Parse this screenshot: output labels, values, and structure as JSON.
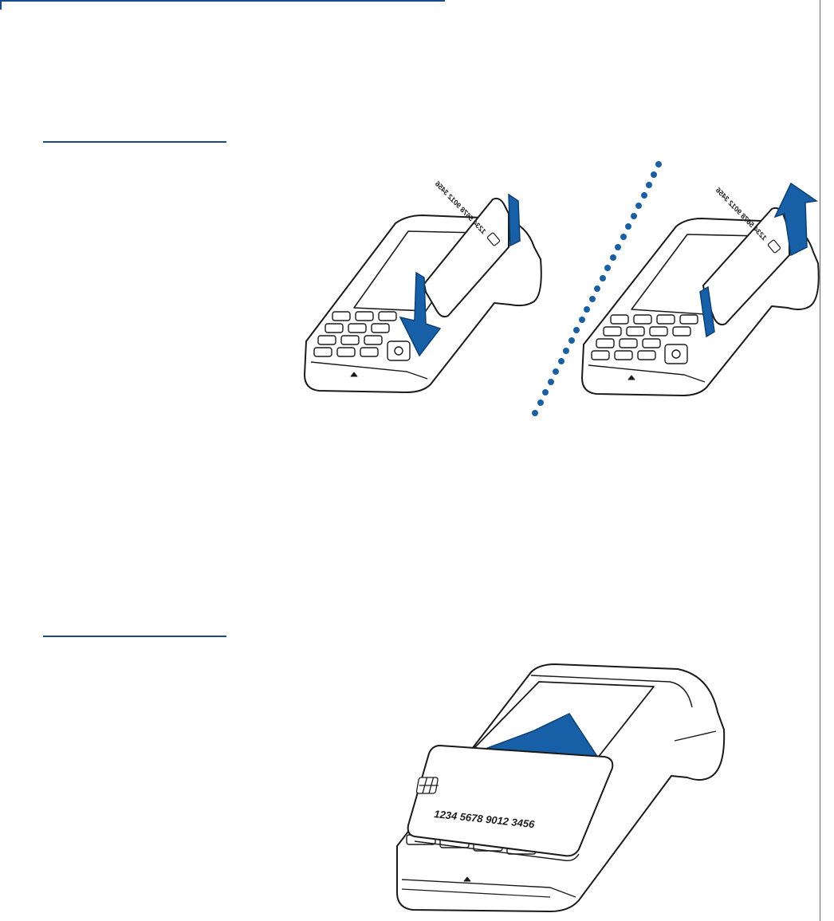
{
  "page": {
    "accent_color": "#1760a8",
    "rule_color": "#1b4a8a",
    "dot_color": "#1b5fa3"
  },
  "figure_top": {
    "left_card_number": "1234 5678 9012 3456",
    "right_card_number": "1234 5678 9012 3456",
    "left_arrow_direction": "down",
    "right_arrow_direction": "up",
    "divider": "dotted"
  },
  "figure_bottom": {
    "card_number": "1234 5678 9012 3456",
    "arrow_direction": "up"
  }
}
